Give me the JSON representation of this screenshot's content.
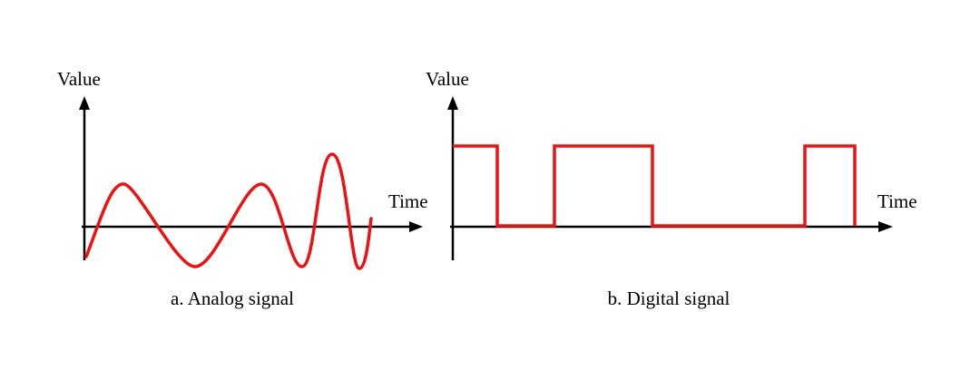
{
  "colors": {
    "signal": "#ee1111",
    "axis": "#000000",
    "background": "#ffffff"
  },
  "panels": [
    {
      "id": "analog",
      "y_axis_label": "Value",
      "x_axis_label": "Time",
      "caption": "a. Analog signal"
    },
    {
      "id": "digital",
      "y_axis_label": "Value",
      "x_axis_label": "Time",
      "caption": "b. Digital signal",
      "levels": [
        1,
        0,
        1,
        0,
        1,
        0
      ]
    }
  ]
}
